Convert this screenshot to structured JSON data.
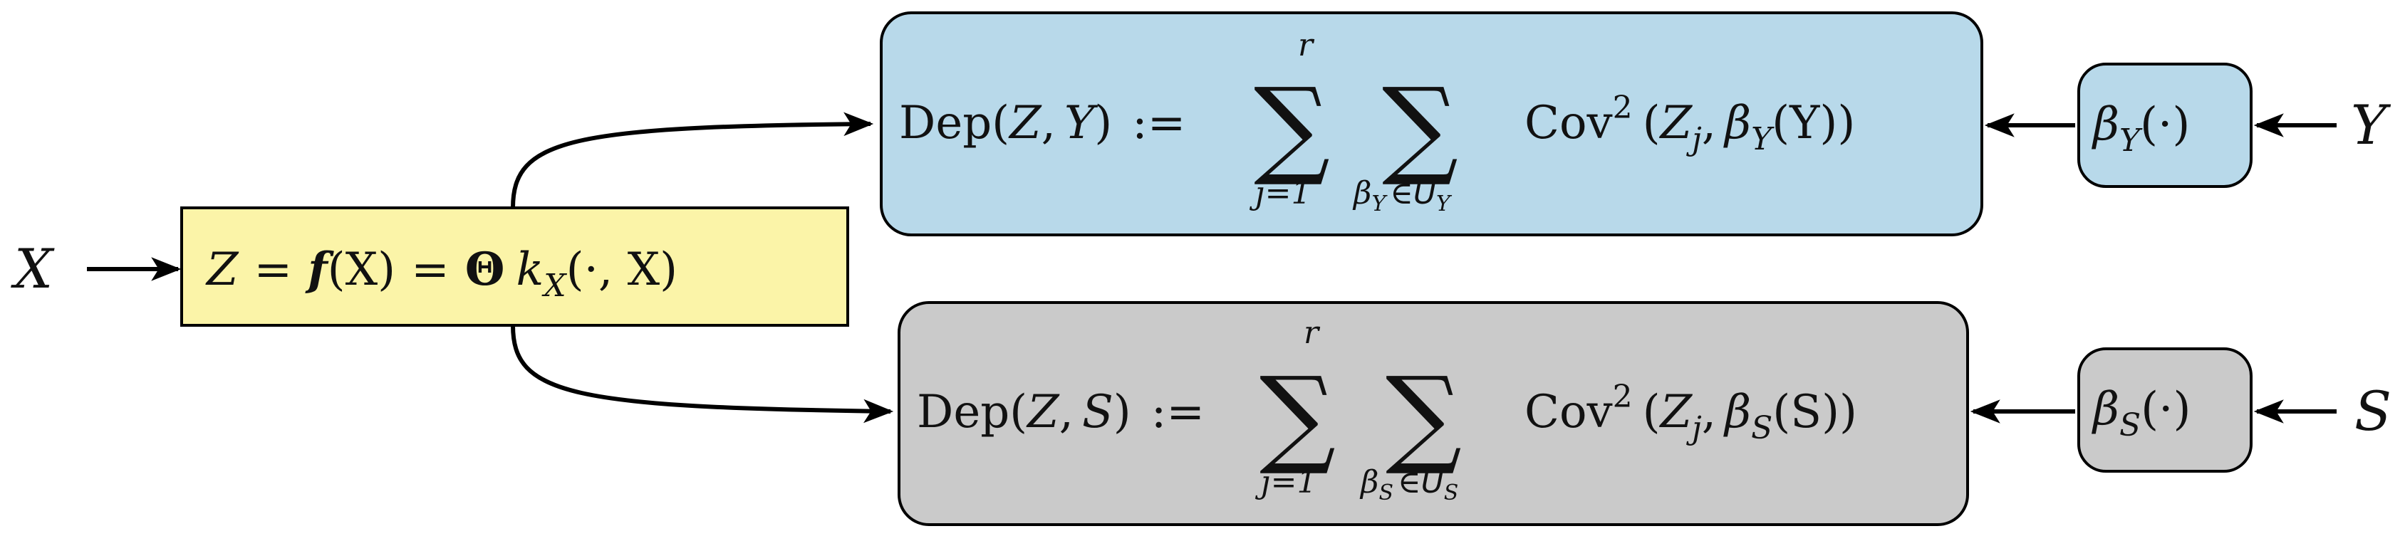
{
  "inputs": {
    "x": "X",
    "y": "Y",
    "s": "S"
  },
  "encoder": {
    "z": "Z",
    "eq1": "=",
    "f": "f",
    "fx": "(X)",
    "eq2": "=",
    "theta": "Θ",
    "k": "k",
    "k_sub": "X",
    "k_args": "(·, X)"
  },
  "dep_y": {
    "lhs": "Dep(",
    "z": "Z",
    "comma": ",",
    "y": "Y",
    "close": ")",
    "assign": ":=",
    "sum_upper": "r",
    "sum_lower": "j=1",
    "inner_lower_beta": "β",
    "inner_lower_sub": "Y",
    "inner_lower_in": "∈",
    "inner_lower_set": "U",
    "inner_lower_set_sub": "Y",
    "cov": "Cov",
    "cov_sup": "2",
    "open": "(",
    "zj": "Z",
    "zj_sub": "j",
    "comma2": ",",
    "beta": "β",
    "beta_sub": "Y",
    "arg": "(Y)",
    "close2": ")"
  },
  "dep_s": {
    "lhs": "Dep(",
    "z": "Z",
    "comma": ",",
    "s": "S",
    "close": ")",
    "assign": ":=",
    "sum_upper": "r",
    "sum_lower": "j=1",
    "inner_lower_beta": "β",
    "inner_lower_sub": "S",
    "inner_lower_in": "∈",
    "inner_lower_set": "U",
    "inner_lower_set_sub": "S",
    "cov": "Cov",
    "cov_sup": "2",
    "open": "(",
    "zj": "Z",
    "zj_sub": "j",
    "comma2": ",",
    "beta": "β",
    "beta_sub": "S",
    "arg": "(S)",
    "close2": ")"
  },
  "beta_y_node": {
    "beta": "β",
    "sub": "Y",
    "arg": "(·)"
  },
  "beta_s_node": {
    "beta": "β",
    "sub": "S",
    "arg": "(·)"
  },
  "colors": {
    "encoder_fill": "#fbf4a8",
    "dep_y_fill": "#b8d9ea",
    "dep_s_fill": "#cacaca",
    "stroke": "#000000"
  }
}
